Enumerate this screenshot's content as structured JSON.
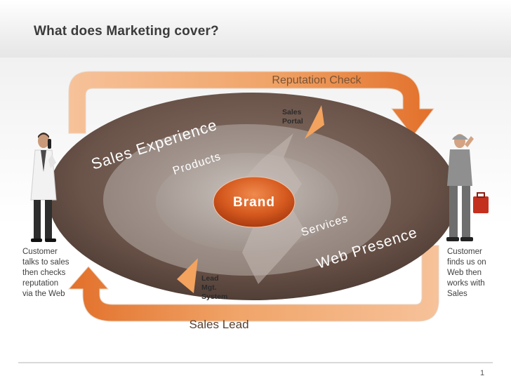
{
  "slide": {
    "title": "What does Marketing cover?",
    "page_number": "1"
  },
  "diagram": {
    "arrow_top_label": "Reputation Check",
    "arrow_bottom_label": "Sales Lead",
    "ring_outer_top": "Sales Experience",
    "ring_outer_bottom": "Web Presence",
    "ring_middle_top": "Products",
    "ring_middle_bottom": "Services",
    "core": "Brand",
    "note_top": [
      "Sales",
      "Portal"
    ],
    "note_bottom": [
      "Lead",
      "Mgt.",
      "System"
    ]
  },
  "left_caption": [
    "Customer",
    "talks to sales",
    "then checks",
    "reputation",
    "via the Web"
  ],
  "right_caption": [
    "Customer",
    "finds us on",
    "Web then",
    "works with",
    "Sales"
  ],
  "colors": {
    "arrow_orange": "#e8873f",
    "arrow_label": "#7a5436",
    "outer_ring": "#6a5349",
    "core_orange": "#d65a1f",
    "accent_triangle": "#f3a35e"
  },
  "figures": {
    "left": "doctor-on-phone",
    "right": "repairman-with-toolbox"
  }
}
